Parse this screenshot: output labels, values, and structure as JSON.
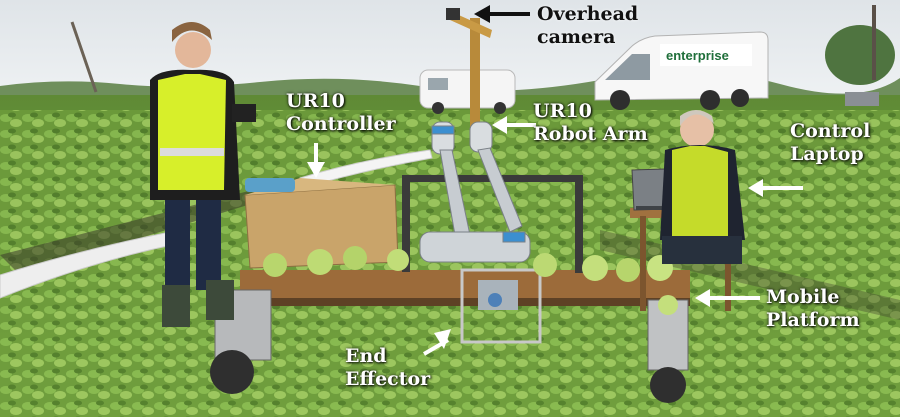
{
  "labels": {
    "overhead_camera": [
      "Overhead",
      "camera"
    ],
    "ur10_controller": [
      "UR10",
      "Controller"
    ],
    "ur10_robot_arm": [
      "UR10",
      "Robot Arm"
    ],
    "control_laptop": [
      "Control",
      "Laptop"
    ],
    "mobile_platform": [
      "Mobile",
      "Platform"
    ],
    "end_effector": [
      "End",
      "Effector"
    ]
  },
  "van_logo_text": "enterprise",
  "colors": {
    "label_text": "#ffffff",
    "label_text_dark": "#111111",
    "arrow": "#ffffff",
    "arrow_dark": "#111111",
    "sky": "#e9edf0",
    "field": "#6f9a3c",
    "vest": "#d7ef2a"
  }
}
